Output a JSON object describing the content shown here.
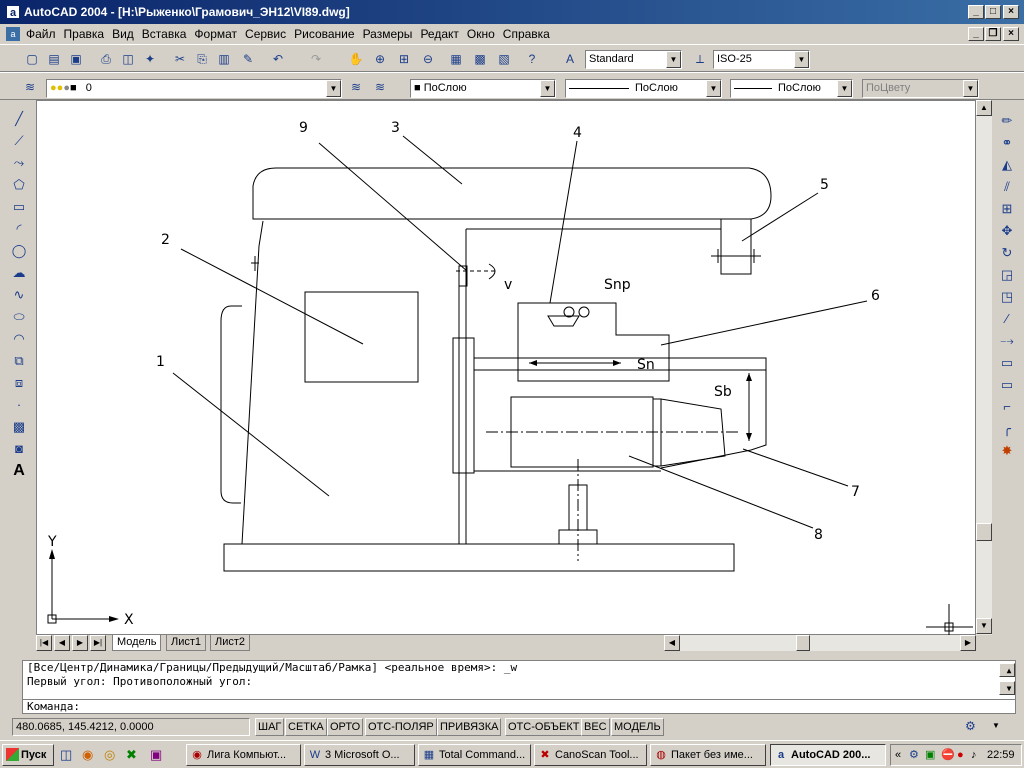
{
  "window": {
    "app_icon": "autocad-icon",
    "title": "AutoCAD 2004 - [H:\\Рыженко\\Грамович_ЭН12\\VI89.dwg]"
  },
  "menu": [
    "Файл",
    "Правка",
    "Вид",
    "Вставка",
    "Формат",
    "Сервис",
    "Рисование",
    "Размеры",
    "Редакт",
    "Окно",
    "Справка"
  ],
  "toolbar": {
    "text_style": "Standard",
    "dim_style": "ISO-25",
    "layer": "0",
    "color": "ПоСлою",
    "linetype": "ПоСлою",
    "lineweight": "ПоСлою",
    "plotstyle": "ПоЦвету"
  },
  "drawing": {
    "labels": {
      "n1": "1",
      "n2": "2",
      "n3": "3",
      "n4": "4",
      "n5": "5",
      "n6": "6",
      "n7": "7",
      "n8": "8",
      "n9": "9",
      "snp": "Snp",
      "sn": "Sn",
      "sb": "Sb",
      "v": "v"
    },
    "ucs": {
      "x": "X",
      "y": "Y"
    }
  },
  "tabs": [
    "Модель",
    "Лист1",
    "Лист2"
  ],
  "command": {
    "line1": "[Все/Центр/Динамика/Границы/Предыдущий/Масштаб/Рамка] <реальное время>: _w",
    "line2": "Первый угол: Противоположный угол:",
    "prompt": "Команда:"
  },
  "status": {
    "coords": "480.0685, 145.4212, 0.0000",
    "toggles": [
      "ШАГ",
      "СЕТКА",
      "ОРТО",
      "ОТС-ПОЛЯР",
      "ПРИВЯЗКА",
      "ОТС-ОБЪЕКТ",
      "ВЕС",
      "МОДЕЛЬ"
    ]
  },
  "taskbar": {
    "start": "Пуск",
    "tasks": [
      "Лига Компьют...",
      "3 Microsoft O...",
      "Total Command...",
      "CanoScan Tool...",
      "Пакет без име...",
      "AutoCAD 200..."
    ],
    "clock": "22:59"
  }
}
